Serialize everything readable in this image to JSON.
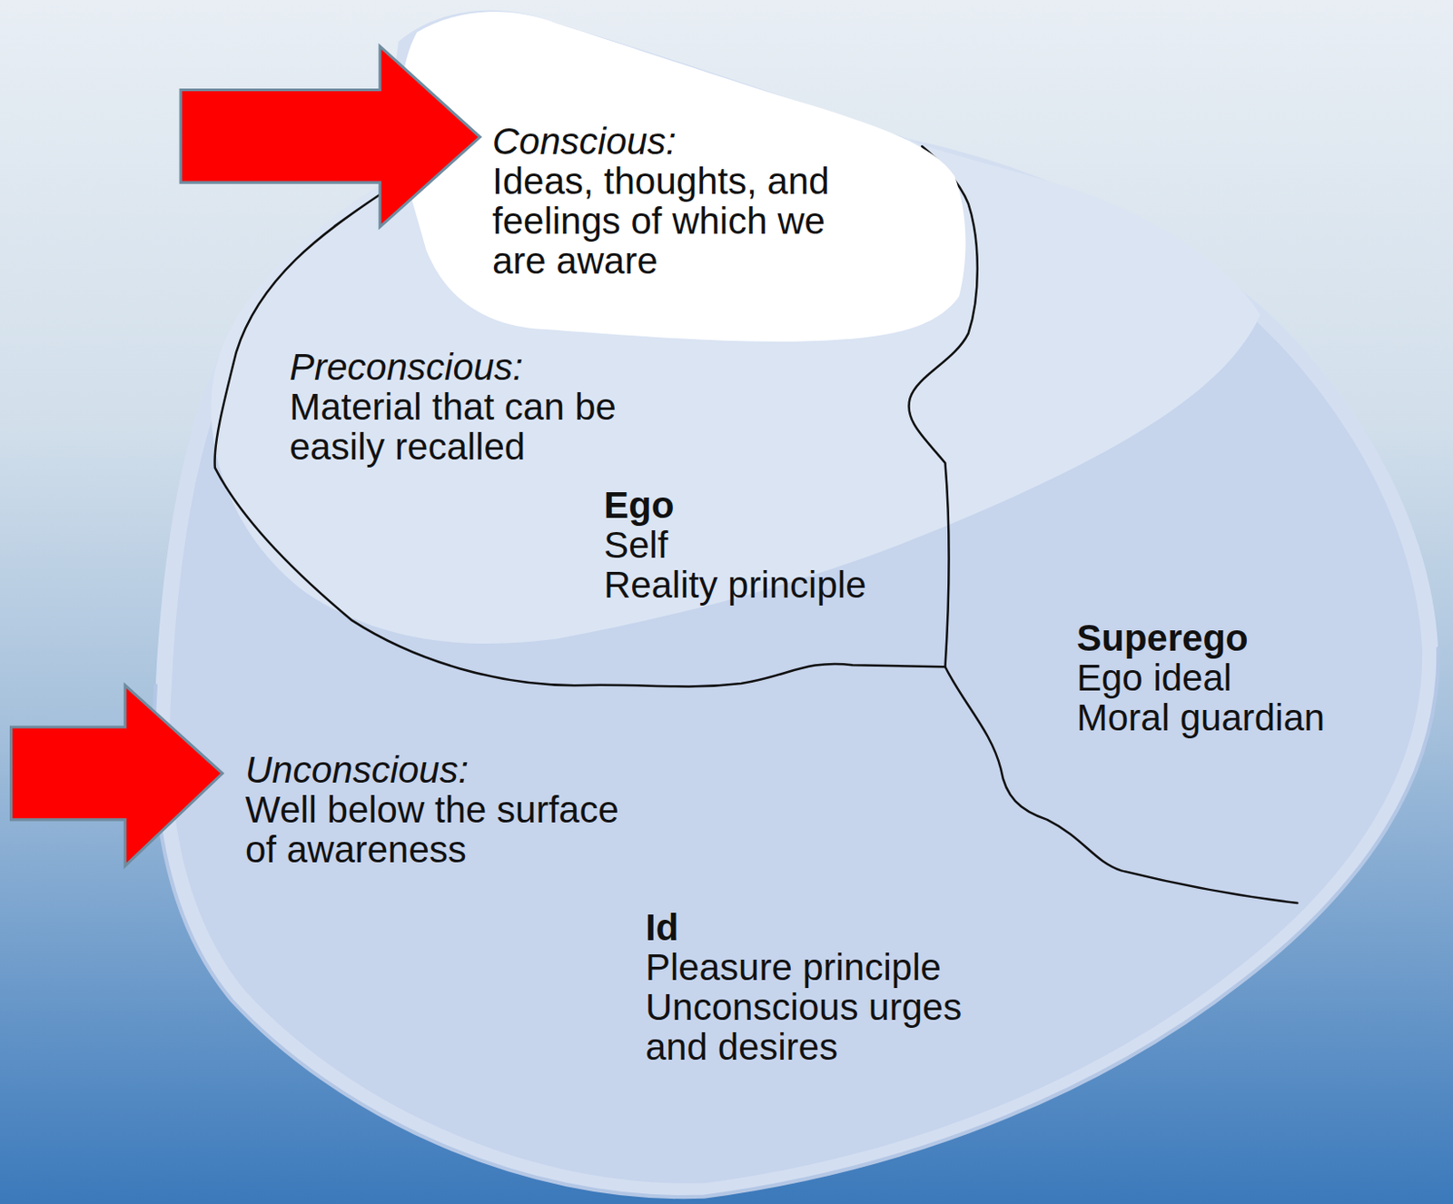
{
  "diagram": {
    "nodes": [
      {
        "text": [
          "Preconscious:",
          "Material that can be easily recalled",
          "Ego",
          "Self",
          "Reality principle"
        ]
      },
      {
        "text": [
          "Conscious:",
          "Ideas, thoughts, and feelings of which we are aware"
        ],
        "in": 0
      },
      {
        "text": [
          "Superego",
          "Ego ideal",
          "Moral guardian"
        ]
      },
      {
        "text": [
          "Unconscious:",
          "Well below the surface of awareness",
          "Id",
          "Pleasure principle",
          "Unconscious urges and desires"
        ]
      }
    ]
  }
}
